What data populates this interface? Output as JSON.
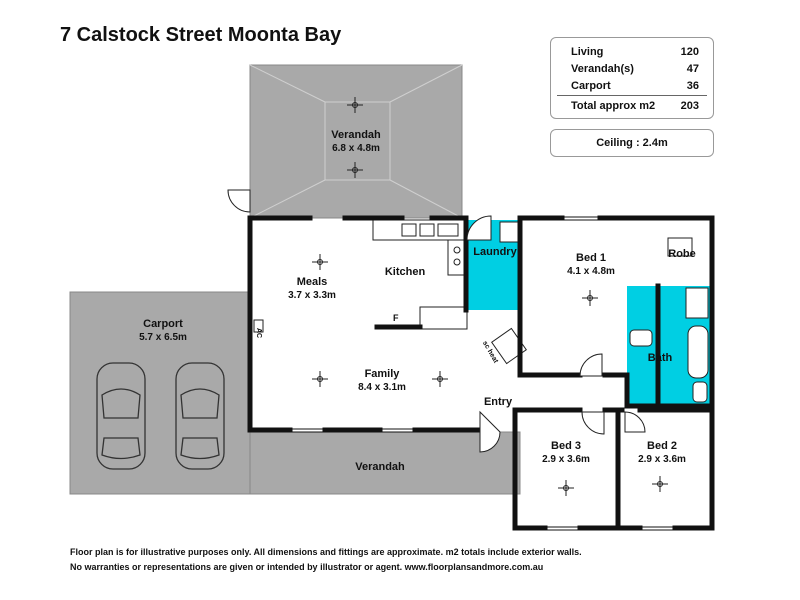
{
  "title": "7 Calstock Street Moonta Bay",
  "areas": [
    {
      "label": "Living",
      "value": "120"
    },
    {
      "label": "Verandah(s)",
      "value": "47"
    },
    {
      "label": "Carport",
      "value": "36"
    },
    {
      "label": "Total approx m2",
      "value": "203"
    }
  ],
  "ceiling": "Ceiling : 2.4m",
  "rooms": {
    "verandah_top": {
      "name": "Verandah",
      "dim": "6.8 x 4.8m"
    },
    "meals": {
      "name": "Meals",
      "dim": "3.7 x 3.3m"
    },
    "kitchen": {
      "name": "Kitchen"
    },
    "laundry": {
      "name": "Laundry"
    },
    "bed1": {
      "name": "Bed 1",
      "dim": "4.1 x 4.8m"
    },
    "robe": {
      "name": "Robe"
    },
    "bath": {
      "name": "Bath"
    },
    "family": {
      "name": "Family",
      "dim": "8.4 x 3.1m"
    },
    "carport": {
      "name": "Carport",
      "dim": "5.7 x 6.5m"
    },
    "entry": {
      "name": "Entry"
    },
    "bed3": {
      "name": "Bed 3",
      "dim": "2.9 x 3.6m"
    },
    "bed2": {
      "name": "Bed 2",
      "dim": "2.9 x 3.6m"
    },
    "verandah_bottom": {
      "name": "Verandah"
    }
  },
  "fixtures": {
    "ac": "AC",
    "fridge": "F",
    "heater": "sc heat"
  },
  "colors": {
    "wet_area": "#00cfe3",
    "outdoor": "#a9a9a9",
    "wall": "#111111"
  },
  "footer": {
    "line1": "Floor plan is for illustrative purposes only. All dimensions and fittings are approximate. m2 totals include exterior walls.",
    "line2": "No warranties or representations are given or intended by illustrator or agent.   www.floorplansandmore.com.au"
  }
}
